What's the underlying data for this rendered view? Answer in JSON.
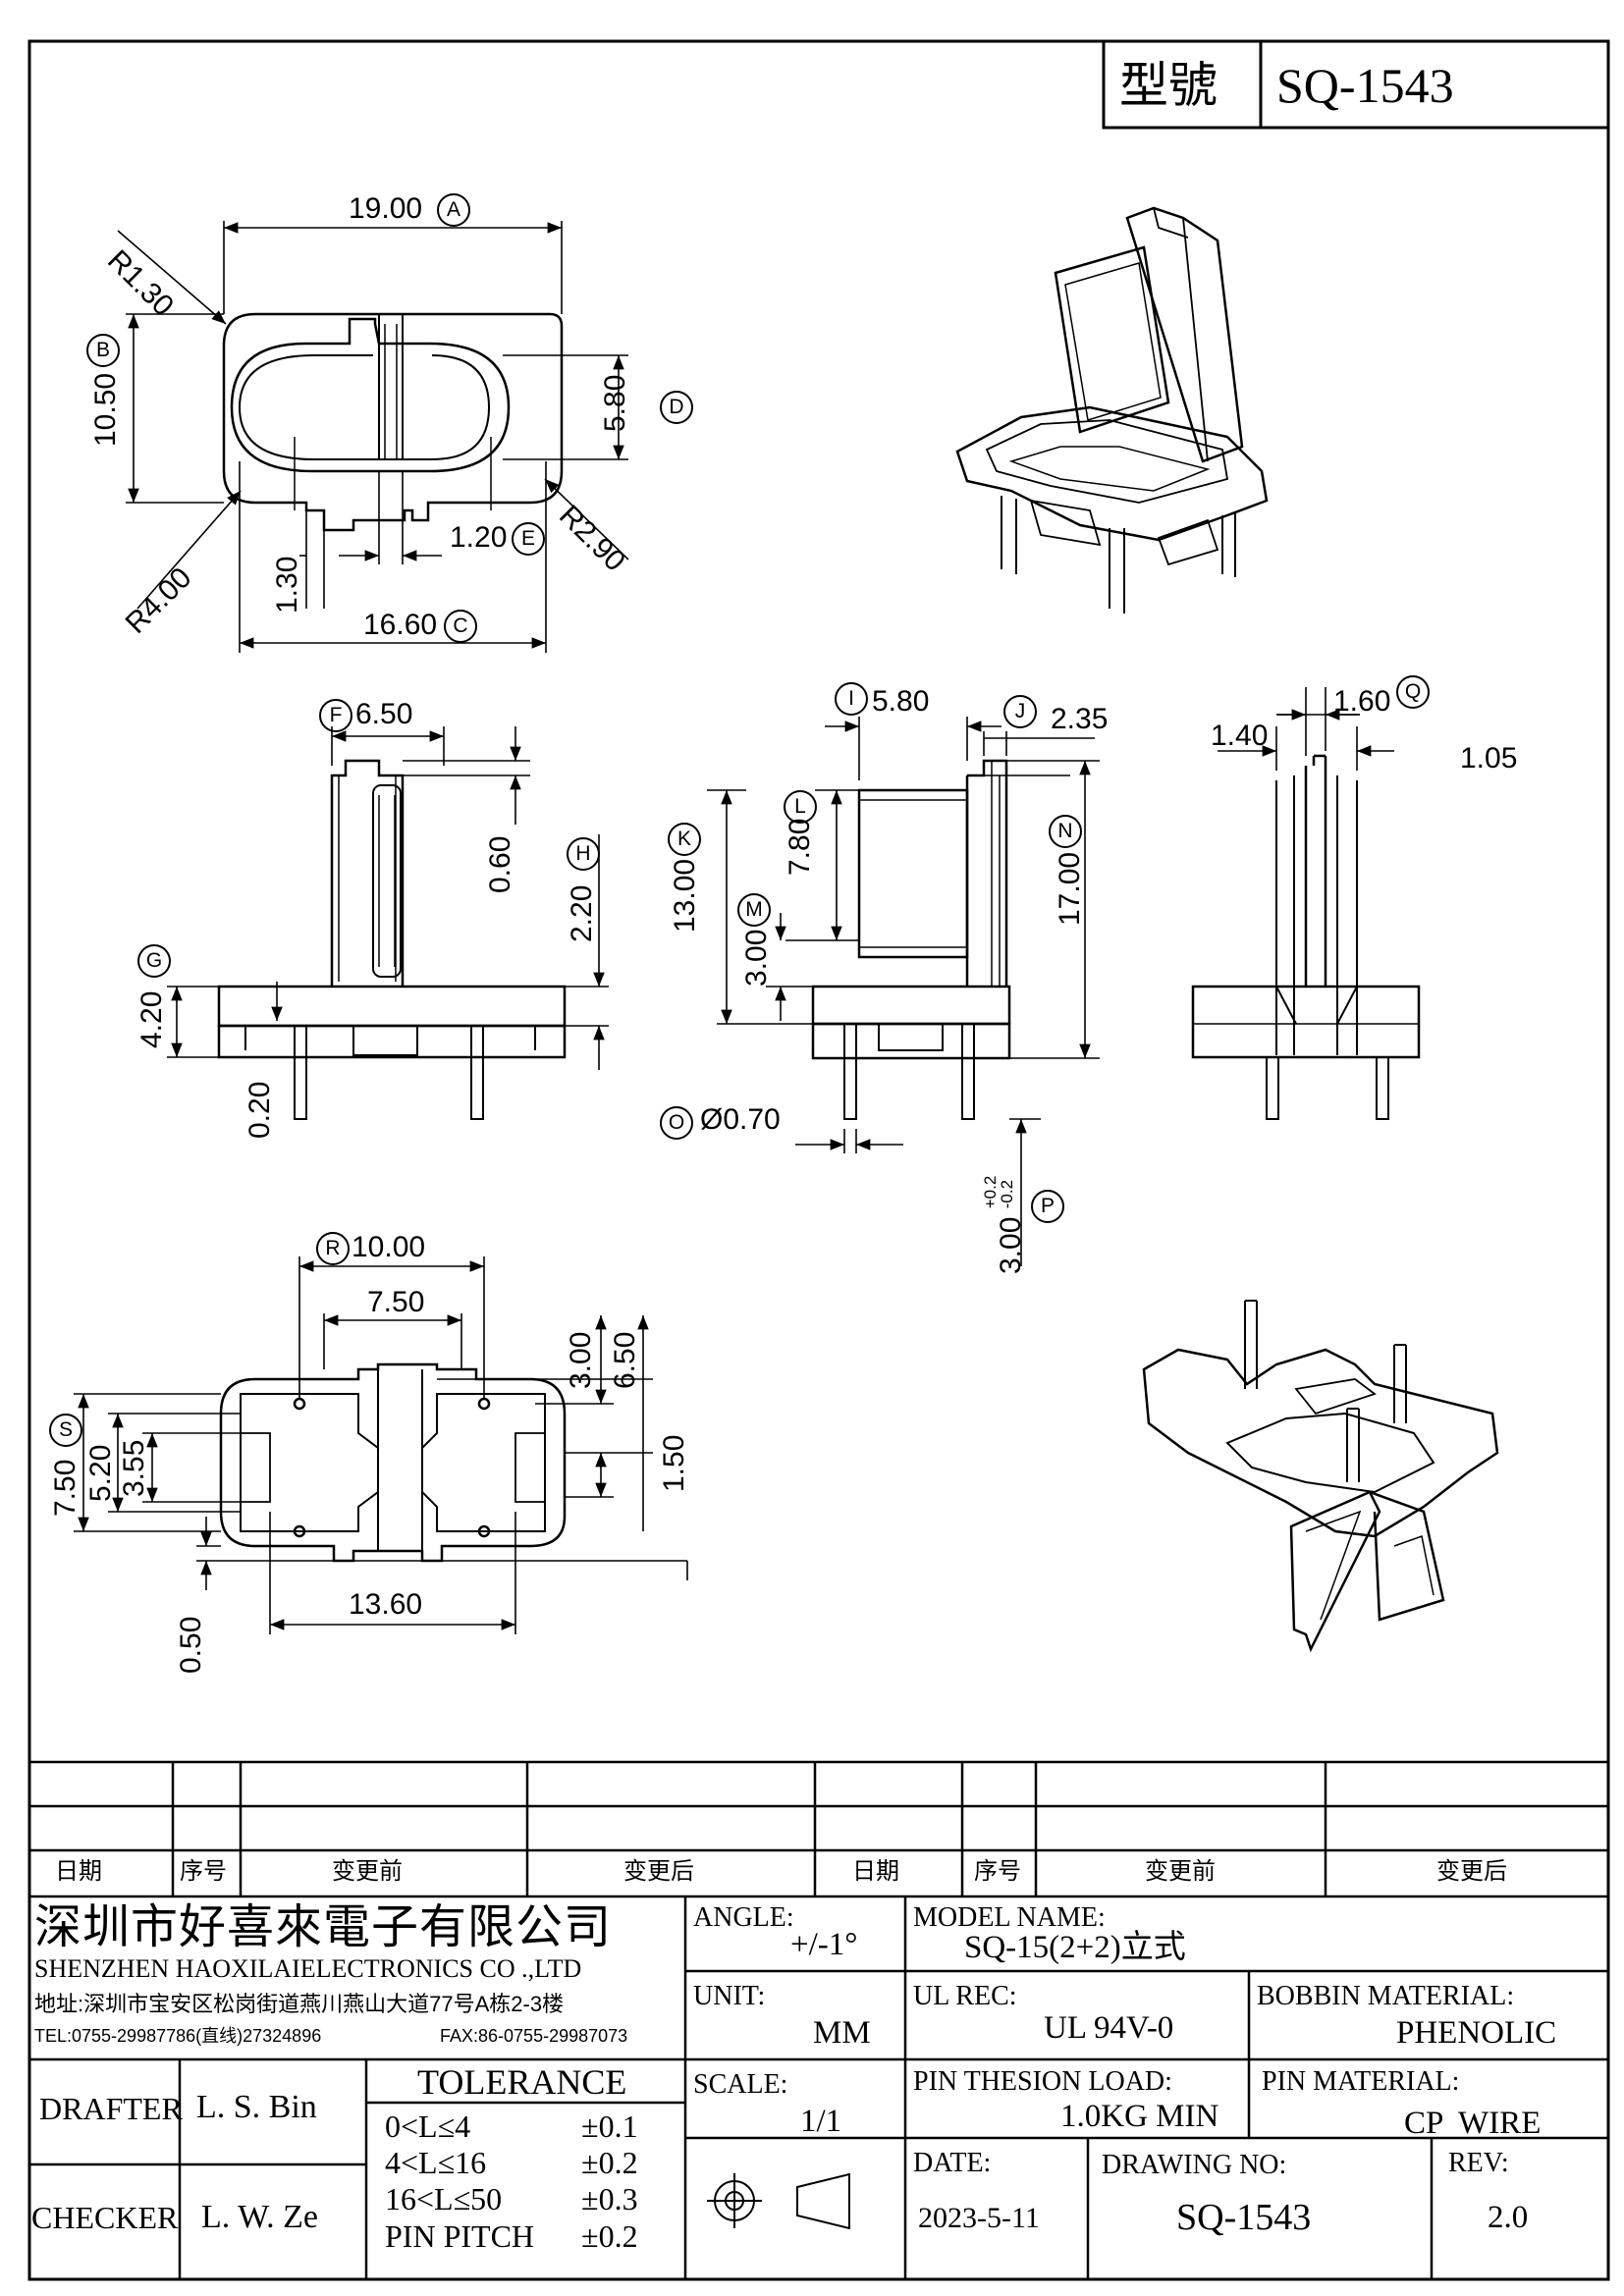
{
  "header": {
    "model_label": "型號",
    "model_value": "SQ-1543"
  },
  "dims": {
    "d19": "19.00",
    "d105": "10.50",
    "d58": "5.80",
    "d13": "1.30",
    "d12": "1.20",
    "d166": "16.60",
    "r13": "R1.30",
    "r4": "R4.00",
    "r29": "R2.90",
    "d65": "6.50",
    "d06": "0.60",
    "d22": "2.20",
    "d42": "4.20",
    "d02": "0.20",
    "d58b": "5.80",
    "d235": "2.35",
    "d78": "7.80",
    "d130": "13.00",
    "d30": "3.00",
    "d170": "17.00",
    "d07": "Ø0.70",
    "d3tol": "3.00",
    "d3tol_sup": "+0.2",
    "d3tol_sub": "-0.2",
    "d16": "1.60",
    "d14": "1.40",
    "d105b": "1.05",
    "d100": "10.00",
    "d75": "7.50",
    "d30b": "3.00",
    "d65b": "6.50",
    "d75b": "7.50",
    "d52": "5.20",
    "d355": "3.55",
    "d15": "1.50",
    "d136": "13.60",
    "d05": "0.50"
  },
  "markers": {
    "A": "A",
    "B": "B",
    "C": "C",
    "D": "D",
    "E": "E",
    "F": "F",
    "G": "G",
    "H": "H",
    "I": "I",
    "J": "J",
    "K": "K",
    "L": "L",
    "M": "M",
    "N": "N",
    "O": "O",
    "P": "P",
    "Q": "Q",
    "R": "R",
    "S": "S"
  },
  "revision_table": {
    "headers": [
      "日期",
      "序号",
      "变更前",
      "变更后",
      "日期",
      "序号",
      "变更前",
      "变更后"
    ]
  },
  "company": {
    "name_cn": "深圳市好喜來電子有限公司",
    "name_en": "SHENZHEN HAOXILAIELECTRONICS CO .,LTD",
    "address": "地址:深圳市宝安区松岗街道燕川燕山大道77号A栋2-3楼",
    "tel": "TEL:0755-29987786(直线)27324896",
    "fax": "FAX:86-0755-29987073"
  },
  "title_block": {
    "angle_label": "ANGLE:",
    "angle_value": "+/-1°",
    "model_name_label": "MODEL NAME:",
    "model_name_value": "SQ-15(2+2)立式",
    "unit_label": "UNIT:",
    "unit_value": "MM",
    "ul_label": "UL REC:",
    "ul_value": "UL 94V-0",
    "bobbin_label": "BOBBIN MATERIAL:",
    "bobbin_value": "PHENOLIC",
    "scale_label": "SCALE:",
    "scale_value": "1/1",
    "pin_load_label": "PIN THESION LOAD:",
    "pin_load_value": "1.0KG MIN",
    "pin_material_label": "PIN MATERIAL:",
    "pin_material_value": "CP  WIRE",
    "date_label": "DATE:",
    "date_value": "2023-5-11",
    "drawing_no_label": "DRAWING NO:",
    "drawing_no_value": "SQ-1543",
    "rev_label": "REV:",
    "rev_value": "2.0",
    "drafter_label": "DRAFTER",
    "drafter_value": "L. S. Bin",
    "checker_label": "CHECKER",
    "checker_value": "L. W. Ze",
    "tolerance_title": "TOLERANCE",
    "tolerance_rows": [
      {
        "range": "0<L≤4",
        "tol": "±0.1"
      },
      {
        "range": "4<L≤16",
        "tol": "±0.2"
      },
      {
        "range": "16<L≤50",
        "tol": "±0.3"
      },
      {
        "range": "PIN PITCH",
        "tol": "±0.2"
      }
    ]
  }
}
